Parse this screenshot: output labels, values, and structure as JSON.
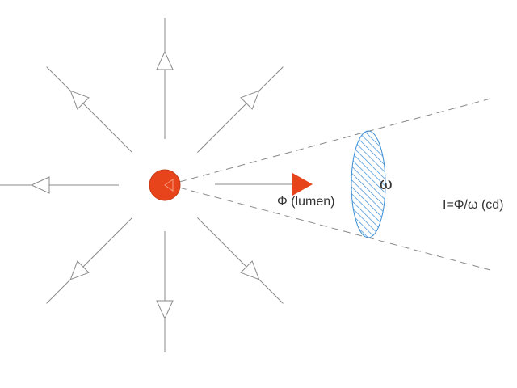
{
  "labels": {
    "flux": "Φ (lumen)",
    "solid_angle": "ω",
    "intensity": "I=Φ/ω (cd)"
  },
  "colors": {
    "source": "#e8441c",
    "source_stroke": "#c43a14",
    "arrow_line": "#8a8a8a",
    "flux_arrow": "#e8441c",
    "cone_dash": "#8a8a8a",
    "hatch": "#3d8fd6",
    "text": "#333333"
  },
  "rays": {
    "count": 8,
    "directions_deg": [
      90,
      45,
      0,
      -45,
      -90,
      -135,
      180,
      135
    ]
  }
}
